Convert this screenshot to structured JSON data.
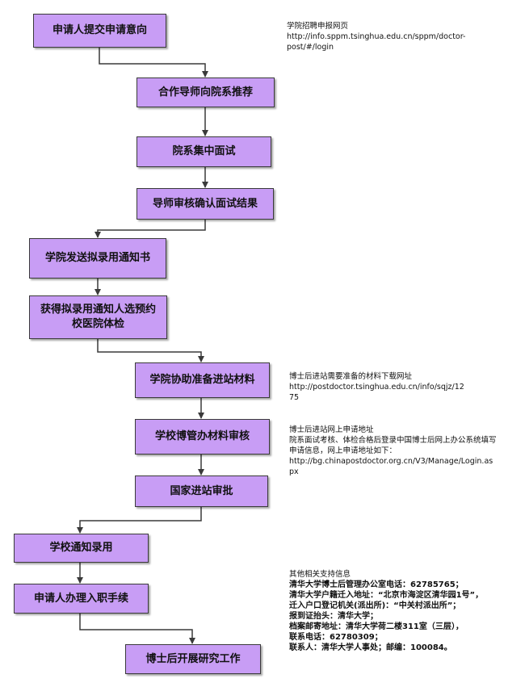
{
  "steps": [
    "申请人提交申请意向",
    "合作导师向院系推荐",
    "院系集中面试",
    "导师审核确认面试结果",
    "学院发送拟录用通知书",
    "获得拟录用通知人选预约\n校医院体检",
    "学院协助准备进站材料",
    "学校博管办材料审核",
    "国家进站审批",
    "学校通知录用",
    "申请人办理入职手续",
    "博士后开展研究工作"
  ],
  "notes": {
    "note1": {
      "line1": "学院招聘申报网页",
      "line2": "http://info.sppm.tsinghua.edu.cn/sppm/doctor-",
      "line3": "post/#/login"
    },
    "note2": {
      "line1": "博士后进站需要准备的材料下载网址",
      "line2": "http://postdoctor.tsinghua.edu.cn/info/sqjz/12",
      "line3": "75"
    },
    "note3": {
      "line1": "博士后进站网上申请地址",
      "line2": "院系面试考核、体检合格后登录中国博士后网上办公系统填写",
      "line3": "申请信息，网上申请地址如下：",
      "line4": "http://bg.chinapostdoctor.org.cn/V3/Manage/Login.as",
      "line5": "px"
    },
    "note4": {
      "line1": "其他相关支持信息",
      "line2": "清华大学博士后管理办公室电话：62785765；",
      "line3": "清华大学户籍迁入地址：“北京市海淀区清华园1号”，",
      "line4": "迁入户口登记机关(派出所)：“中关村派出所”；",
      "line5": "报到证抬头：清华大学；",
      "line6": "档案邮寄地址：清华大学荷二楼311室（三层），",
      "line7": "联系电话：62780309；",
      "line8": "联系人：清华大学人事处；邮编：100084。"
    }
  }
}
